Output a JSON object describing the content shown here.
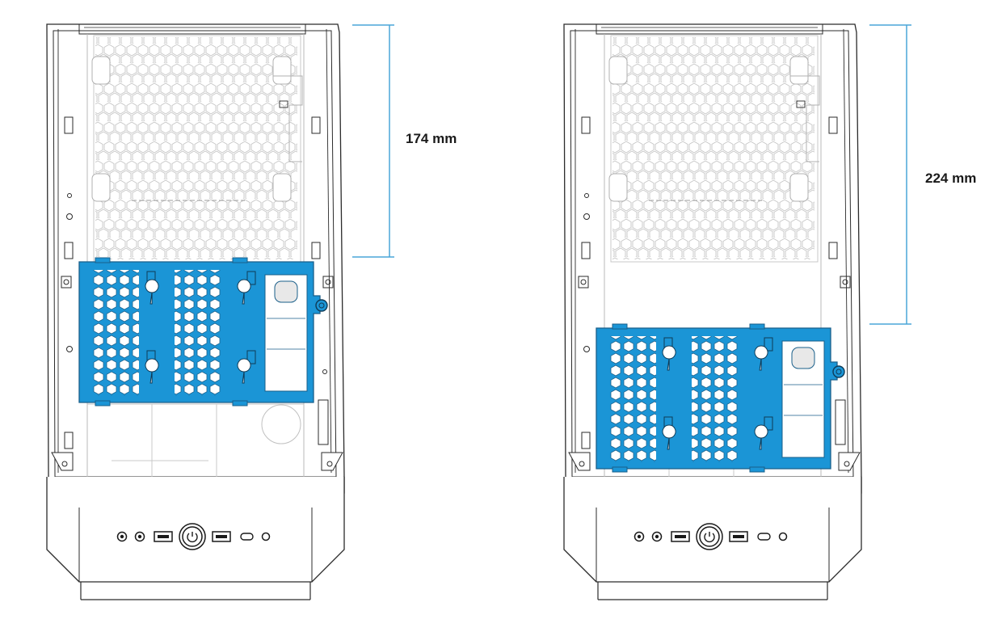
{
  "colors": {
    "outline": "#2b2b2b",
    "faint_line": "#b8b8b8",
    "cage_fill": "#1b95d6",
    "cage_stroke": "#1a5f8a",
    "dimension_line": "#4aa6d8",
    "background": "#ffffff"
  },
  "views": [
    {
      "id": "cage-lower-position",
      "dimension": {
        "label": "174 mm",
        "value_mm": 174
      }
    },
    {
      "id": "cage-upper-position",
      "dimension": {
        "label": "224 mm",
        "value_mm": 224
      }
    }
  ],
  "front_panel_icons": [
    "audio-jack-icon",
    "mic-jack-icon",
    "usb-a-port-icon",
    "power-button-icon",
    "usb-a-port-icon",
    "usb-c-port-icon",
    "led-indicator-icon"
  ]
}
